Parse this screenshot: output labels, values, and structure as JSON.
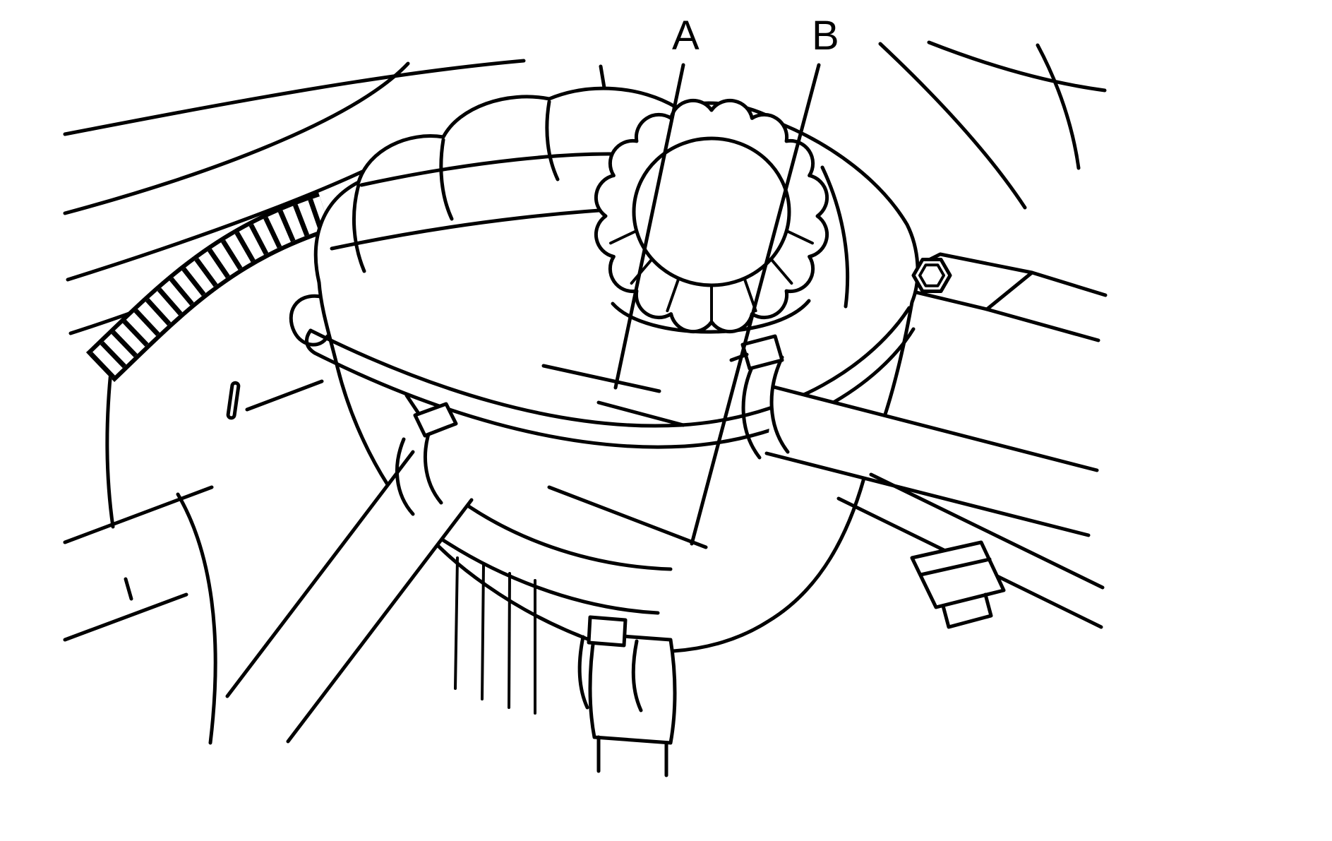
{
  "figure": {
    "description": "coolant-expansion-tank-line-drawing",
    "colors": {
      "background": "#ffffff",
      "line": "#000000"
    },
    "callouts": [
      {
        "label": "A"
      },
      {
        "label": "B"
      }
    ]
  }
}
